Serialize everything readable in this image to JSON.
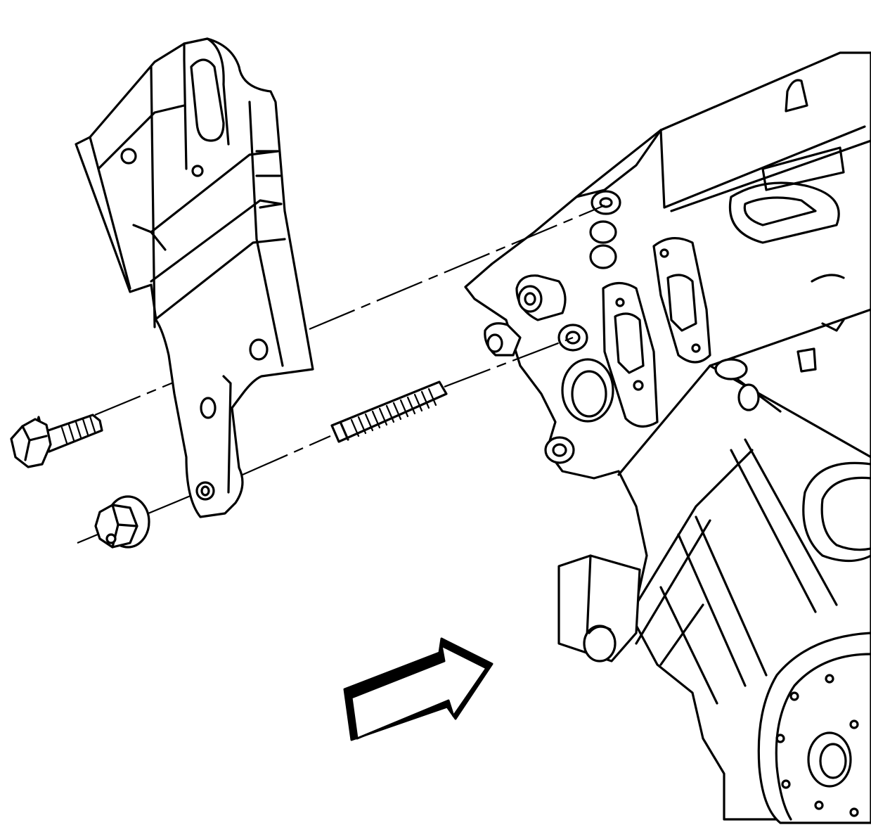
{
  "figure": {
    "parts": [
      "bracket",
      "bolt",
      "nut",
      "stud",
      "engine-block"
    ],
    "view_arrow": "front-view-direction-arrow"
  }
}
